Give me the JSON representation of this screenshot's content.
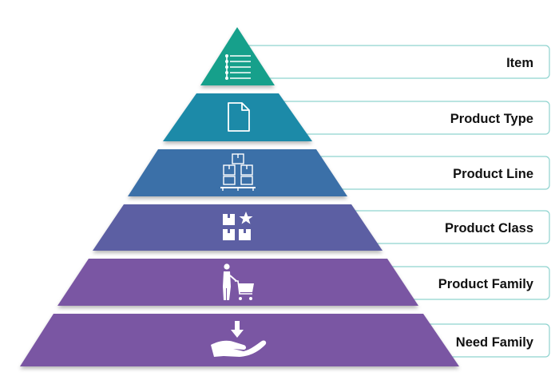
{
  "pyramid": {
    "levels": [
      {
        "label": "Item",
        "icon": "list-icon",
        "color": "#17A08B"
      },
      {
        "label": "Product Type",
        "icon": "document-icon",
        "color": "#1A8AA8"
      },
      {
        "label": "Product Line",
        "icon": "stacked-boxes-icon",
        "color": "#3A6FA8"
      },
      {
        "label": "Product Class",
        "icon": "box-star-icon",
        "color": "#5C5EA3"
      },
      {
        "label": "Product Family",
        "icon": "shopper-cart-icon",
        "color": "#7A57A3"
      },
      {
        "label": "Need Family",
        "icon": "hand-receive-icon",
        "color": "#7A57A3"
      }
    ],
    "box_border_color": "#8FD3CF"
  }
}
